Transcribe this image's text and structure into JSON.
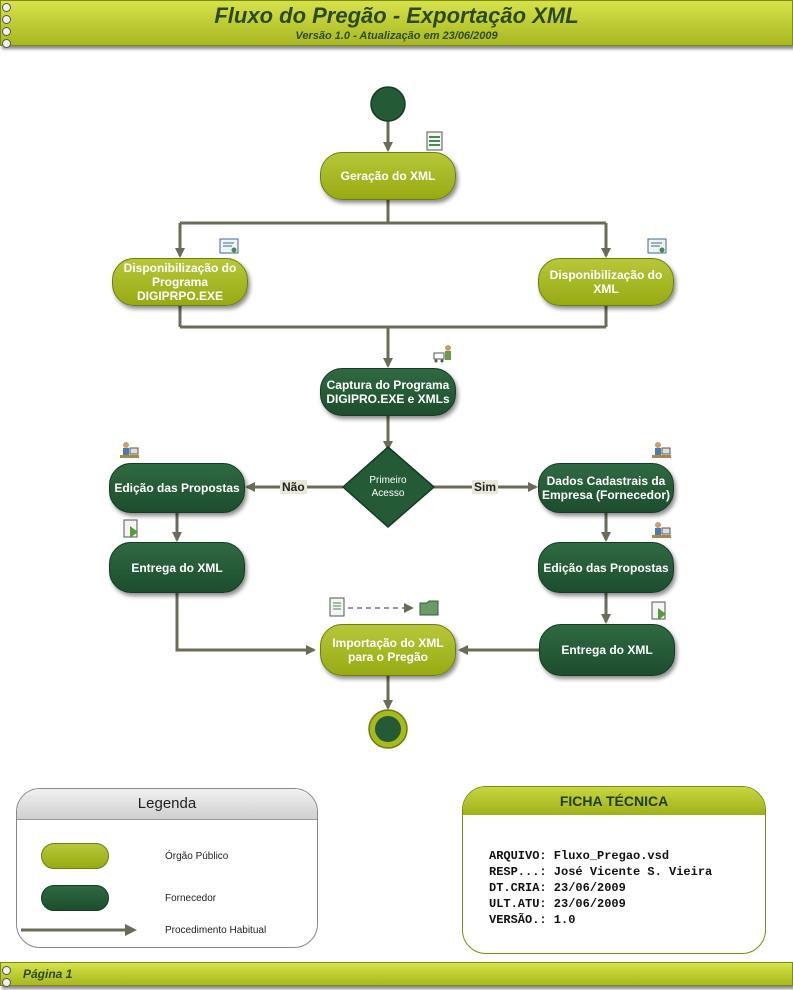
{
  "header": {
    "title": "Fluxo do Pregão - Exportação XML",
    "subtitle": "Versão 1.0 - Atualização em 23/06/2009"
  },
  "nodes": {
    "geracao": "Geração do XML",
    "disp_programa": "Disponibilização do Programa DIGIPRPO.EXE",
    "disp_xml": "Disponibilização do XML",
    "captura": "Captura do Programa DIGIPRO.EXE e XMLs",
    "decisao": "Primeiro Acesso",
    "edicao_esq": "Edição das Propostas",
    "entrega_esq": "Entrega do XML",
    "dados_cadastrais": "Dados Cadastrais da Empresa (Fornecedor)",
    "edicao_dir": "Edição das Propostas",
    "entrega_dir": "Entrega do XML",
    "importacao": "Importação do XML para o Pregão"
  },
  "edge_labels": {
    "nao": "Não",
    "sim": "Sim"
  },
  "legend": {
    "title": "Legenda",
    "items": [
      {
        "label": "Órgão Público",
        "color": "#a8b91f"
      },
      {
        "label": "Fornecedor",
        "color": "#245a36"
      },
      {
        "label": "Procedimento Habitual",
        "color": "#6b6b58"
      }
    ]
  },
  "ficha": {
    "title": "FICHA TÉCNICA",
    "lines": [
      "ARQUIVO: Fluxo_Pregao.vsd",
      "RESP...: José Vicente S. Vieira",
      "DT.CRIA: 23/06/2009",
      "ULT.ATU: 23/06/2009",
      "VERSÃO.: 1.0"
    ]
  },
  "footer": {
    "page": "Página 1"
  },
  "colors": {
    "orgao": "#a8b91f",
    "fornecedor": "#245a36",
    "arrow": "#6b6b58",
    "banner": "#bccb2e"
  }
}
